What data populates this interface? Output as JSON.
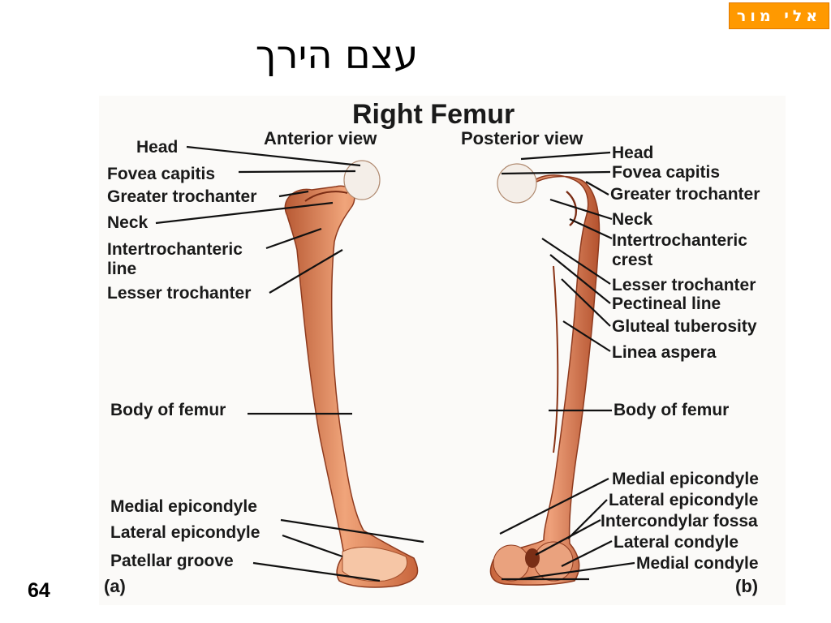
{
  "header": {
    "author_tag": "אלי מור",
    "title": "עצם הירך",
    "page_number": "64"
  },
  "figure": {
    "title": "Right Femur",
    "anterior": {
      "view_label": "Anterior view",
      "panel": "(a)",
      "labels": {
        "head": "Head",
        "fovea_capitis": "Fovea capitis",
        "greater_trochanter": "Greater trochanter",
        "neck": "Neck",
        "intertrochanteric_line_1": "Intertrochanteric",
        "intertrochanteric_line_2": "line",
        "lesser_trochanter": "Lesser trochanter",
        "body_of_femur": "Body of femur",
        "medial_epicondyle": "Medial epicondyle",
        "lateral_epicondyle": "Lateral epicondyle",
        "patellar_groove": "Patellar groove"
      }
    },
    "posterior": {
      "view_label": "Posterior view",
      "panel": "(b)",
      "labels": {
        "head": "Head",
        "fovea_capitis": "Fovea capitis",
        "greater_trochanter": "Greater trochanter",
        "neck": "Neck",
        "intertrochanteric_crest_1": "Intertrochanteric",
        "intertrochanteric_crest_2": "crest",
        "lesser_trochanter": "Lesser trochanter",
        "pectineal_line": "Pectineal line",
        "gluteal_tuberosity": "Gluteal tuberosity",
        "linea_aspera": "Linea aspera",
        "body_of_femur": "Body of femur",
        "medial_epicondyle": "Medial epicondyle",
        "lateral_epicondyle": "Lateral epicondyle",
        "intercondylar_fossa": "Intercondylar fossa",
        "lateral_condyle": "Lateral condyle",
        "medial_condyle": "Medial condyle"
      }
    }
  },
  "colors": {
    "bone": "#d9774a",
    "bone_light": "#f2b38c",
    "bone_dark": "#a8482a",
    "cartilage": "#f4eee8",
    "stamp": "#ff9900"
  }
}
